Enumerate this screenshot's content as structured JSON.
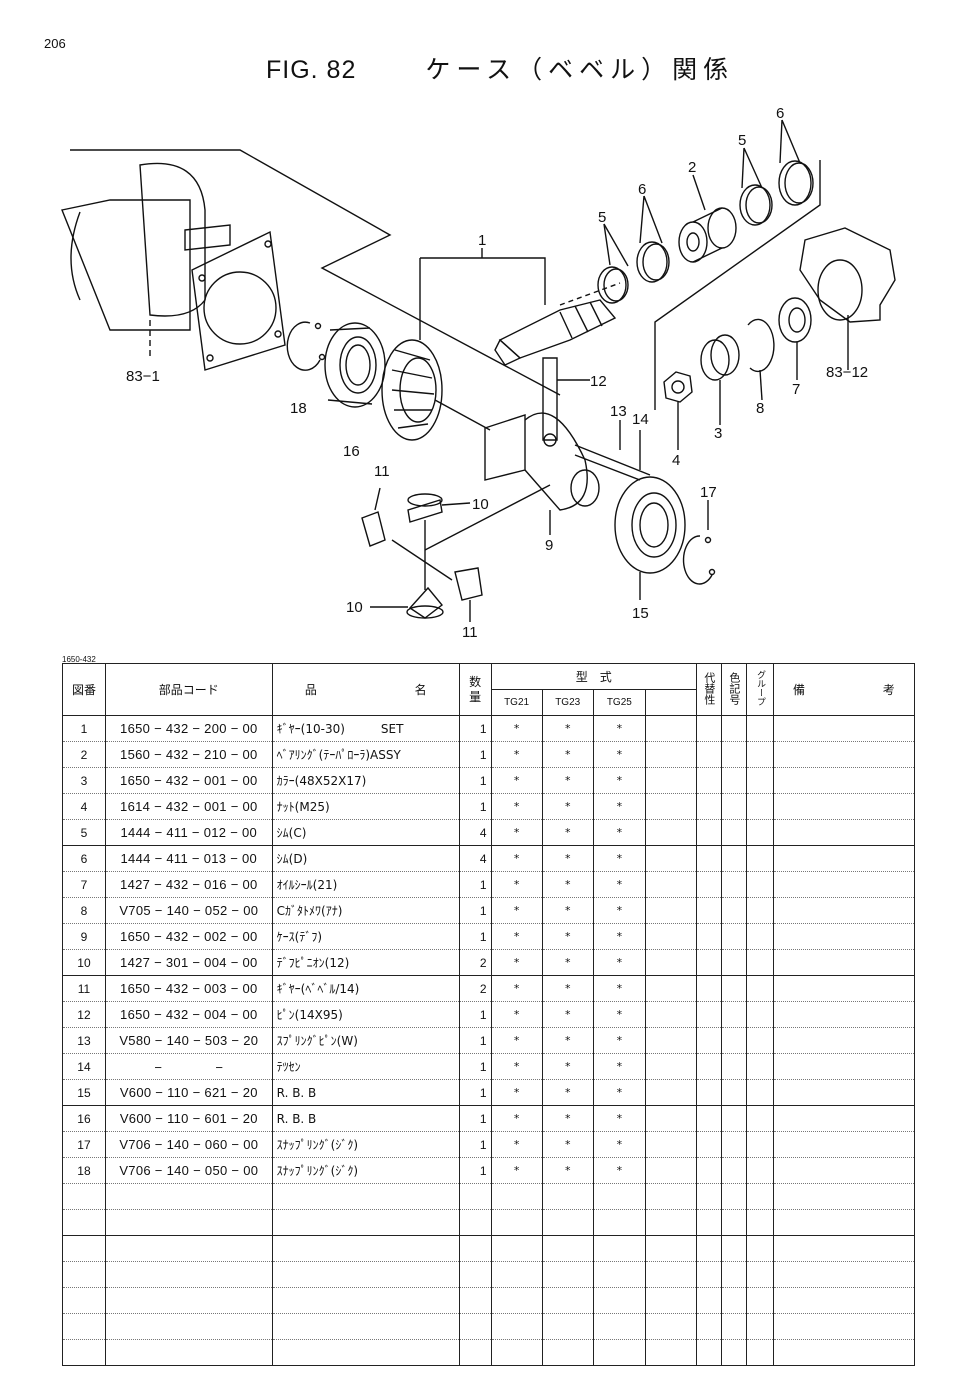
{
  "page": {
    "number": "206",
    "doc_code": "1650-432"
  },
  "title": {
    "fig": "FIG. 82",
    "japanese": "ケース（ベベル）関係"
  },
  "diagram": {
    "labels": [
      "1",
      "2",
      "3",
      "4",
      "5",
      "5",
      "6",
      "6",
      "7",
      "8",
      "9",
      "10",
      "10",
      "11",
      "11",
      "12",
      "13",
      "14",
      "15",
      "16",
      "17",
      "18",
      "83−1",
      "83−12"
    ]
  },
  "table": {
    "headers": {
      "fig_no": "図番",
      "part_code": "部品コード",
      "part_name_a": "品",
      "part_name_b": "名",
      "qty": "数量",
      "model": "型　式",
      "models": [
        "TG21",
        "TG23",
        "TG25"
      ],
      "subst": "代替性",
      "color": "色記号",
      "group": "グループ",
      "remarks_a": "備",
      "remarks_b": "考"
    },
    "rows": [
      {
        "no": "1",
        "code": "1650 − 432 − 200 − 00",
        "name": "ｷﾞﾔｰ(10-30)　　　SET",
        "qty": "1",
        "tg21": "*",
        "tg23": "*",
        "tg25": "*"
      },
      {
        "no": "2",
        "code": "1560 − 432 − 210 − 00",
        "name": "ﾍﾞｱﾘﾝｸﾞ(ﾃｰﾊﾟﾛｰﾗ)ASSY",
        "qty": "1",
        "tg21": "*",
        "tg23": "*",
        "tg25": "*"
      },
      {
        "no": "3",
        "code": "1650 − 432 − 001 − 00",
        "name": "ｶﾗｰ(48X52X17)",
        "qty": "1",
        "tg21": "*",
        "tg23": "*",
        "tg25": "*"
      },
      {
        "no": "4",
        "code": "1614 − 432 − 001 − 00",
        "name": "ﾅｯﾄ(M25)",
        "qty": "1",
        "tg21": "*",
        "tg23": "*",
        "tg25": "*"
      },
      {
        "no": "5",
        "code": "1444 − 411 − 012 − 00",
        "name": "ｼﾑ(C)",
        "qty": "4",
        "tg21": "*",
        "tg23": "*",
        "tg25": "*"
      },
      {
        "no": "6",
        "code": "1444 − 411 − 013 − 00",
        "name": "ｼﾑ(D)",
        "qty": "4",
        "tg21": "*",
        "tg23": "*",
        "tg25": "*"
      },
      {
        "no": "7",
        "code": "1427 − 432 − 016 − 00",
        "name": "ｵｲﾙｼｰﾙ(21)",
        "qty": "1",
        "tg21": "*",
        "tg23": "*",
        "tg25": "*"
      },
      {
        "no": "8",
        "code": "V705 − 140 − 052 − 00",
        "name": "Cｶﾞﾀﾄﾒﾜ(ｱﾅ)",
        "qty": "1",
        "tg21": "*",
        "tg23": "*",
        "tg25": "*"
      },
      {
        "no": "9",
        "code": "1650 − 432 − 002 − 00",
        "name": "ｹｰｽ(ﾃﾞﾌ)",
        "qty": "1",
        "tg21": "*",
        "tg23": "*",
        "tg25": "*"
      },
      {
        "no": "10",
        "code": "1427 − 301 − 004 − 00",
        "name": "ﾃﾞﾌﾋﾟﾆｵﾝ(12)",
        "qty": "2",
        "tg21": "*",
        "tg23": "*",
        "tg25": "*"
      },
      {
        "no": "11",
        "code": "1650 − 432 − 003 − 00",
        "name": "ｷﾞﾔｰ(ﾍﾞﾍﾞﾙ/14)",
        "qty": "2",
        "tg21": "*",
        "tg23": "*",
        "tg25": "*"
      },
      {
        "no": "12",
        "code": "1650 − 432 − 004 − 00",
        "name": "ﾋﾟﾝ(14X95)",
        "qty": "1",
        "tg21": "*",
        "tg23": "*",
        "tg25": "*"
      },
      {
        "no": "13",
        "code": "V580 − 140 − 503 − 20",
        "name": "ｽﾌﾟﾘﾝｸﾞﾋﾟﾝ(W)",
        "qty": "1",
        "tg21": "*",
        "tg23": "*",
        "tg25": "*"
      },
      {
        "no": "14",
        "code": "−　　　　−",
        "name": "ﾃﾂｾﾝ",
        "qty": "1",
        "tg21": "*",
        "tg23": "*",
        "tg25": "*"
      },
      {
        "no": "15",
        "code": "V600 − 110 − 621 − 20",
        "name": "R. B. B",
        "qty": "1",
        "tg21": "*",
        "tg23": "*",
        "tg25": "*"
      },
      {
        "no": "16",
        "code": "V600 − 110 − 601 − 20",
        "name": "R. B. B",
        "qty": "1",
        "tg21": "*",
        "tg23": "*",
        "tg25": "*"
      },
      {
        "no": "17",
        "code": "V706 − 140 − 060 − 00",
        "name": "ｽﾅｯﾌﾟﾘﾝｸﾞ(ｼﾞｸ)",
        "qty": "1",
        "tg21": "*",
        "tg23": "*",
        "tg25": "*"
      },
      {
        "no": "18",
        "code": "V706 − 140 − 050 − 00",
        "name": "ｽﾅｯﾌﾟﾘﾝｸﾞ(ｼﾞｸ)",
        "qty": "1",
        "tg21": "*",
        "tg23": "*",
        "tg25": "*"
      }
    ]
  }
}
